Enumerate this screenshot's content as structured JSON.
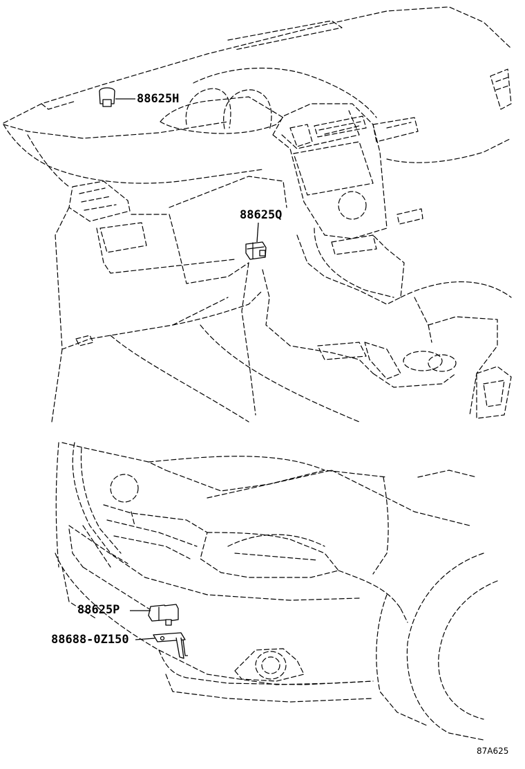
{
  "parts": {
    "dash_sensor_top": "88625H",
    "lower_dash_sensor": "88625Q",
    "bumper_sensor": "88625P",
    "bracket": "88688-0Z150"
  },
  "figure_code": "87A625",
  "colors": {
    "line": "#000000",
    "background": "#ffffff"
  }
}
